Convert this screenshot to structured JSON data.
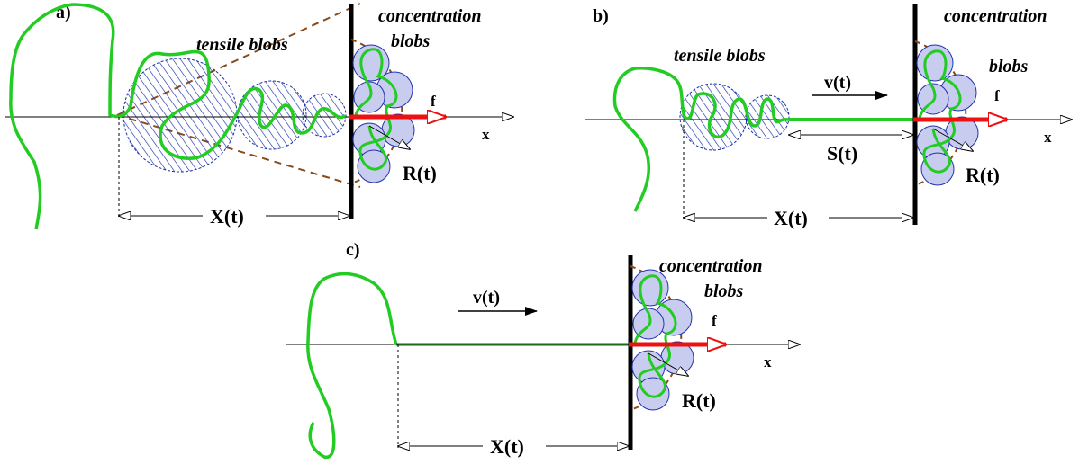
{
  "panels": {
    "a": {
      "label": "a)",
      "tensile_label": "tensile blobs",
      "concentration_label_1": "concentration",
      "concentration_label_2": "blobs",
      "force_label": "f",
      "axis_label": "x",
      "radius_label": "R(t)",
      "position_label": "X(t)"
    },
    "b": {
      "label": "b)",
      "tensile_label": "tensile blobs",
      "concentration_label_1": "concentration",
      "concentration_label_2": "blobs",
      "force_label": "f",
      "axis_label": "x",
      "radius_label": "R(t)",
      "position_label": "X(t)",
      "velocity_label": "v(t)",
      "stem_label": "S(t)"
    },
    "c": {
      "label": "c)",
      "concentration_label_1": "concentration",
      "concentration_label_2": "blobs",
      "force_label": "f",
      "axis_label": "x",
      "radius_label": "R(t)",
      "position_label": "X(t)",
      "velocity_label": "v(t)"
    }
  },
  "colors": {
    "chain": "#22cc22",
    "force": "#ee1111",
    "blob_fill": "#c8cdf0",
    "blob_edge": "#2233aa",
    "hatch": "#1a2fa8",
    "cone": "#8b4a1a"
  }
}
